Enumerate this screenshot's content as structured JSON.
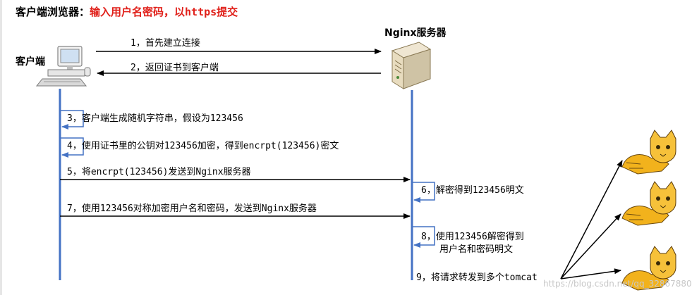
{
  "heading": {
    "label": "客户端浏览器：",
    "text": "输入用户名密码，以https提交"
  },
  "client": {
    "label": "客户端"
  },
  "server": {
    "label": "Nginx服务器"
  },
  "steps": [
    {
      "text": "1，首先建立连接"
    },
    {
      "text": "2，返回证书到客户端"
    },
    {
      "text": "3，客户端生成随机字符串，假设为123456"
    },
    {
      "text": "4，使用证书里的公钥对123456加密，得到encrpt(123456)密文"
    },
    {
      "text": "5，将encrpt(123456)发送到Nginx服务器"
    },
    {
      "text": "6，解密得到123456明文"
    },
    {
      "text": "7，使用123456对称加密用户名和密码，发送到Nginx服务器"
    },
    {
      "line1": "8，使用123456解密得到",
      "line2": "用户名和密码明文"
    },
    {
      "text": "9，将请求转发到多个tomcat"
    }
  ],
  "watermark": "https://blog.csdn.net/qq_32867880",
  "colors": {
    "lifeline": "#4472c4",
    "arrow": "#000000",
    "heading_red": "#e0201a",
    "tomcat_yellow": "#f2b21c"
  },
  "icons": {
    "client": "desktop-computer-icon",
    "server": "server-tower-icon",
    "tomcat": "tomcat-cat-icon"
  }
}
